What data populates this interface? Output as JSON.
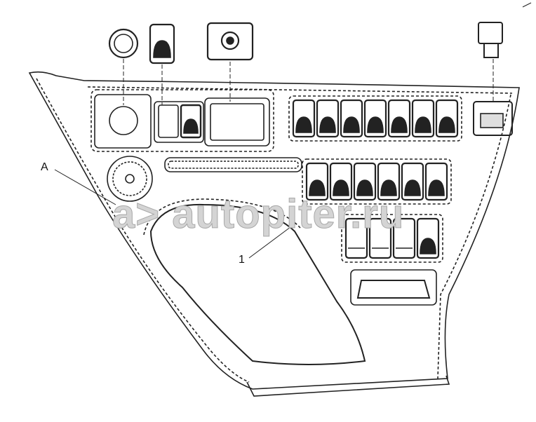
{
  "diagram": {
    "callouts": [
      {
        "label": "A"
      },
      {
        "label": "1"
      }
    ],
    "watermark": "a> autopiter.ru",
    "switch_rows": [
      7,
      6,
      4
    ],
    "colors": {
      "line": "#222222",
      "background": "#ffffff"
    }
  }
}
